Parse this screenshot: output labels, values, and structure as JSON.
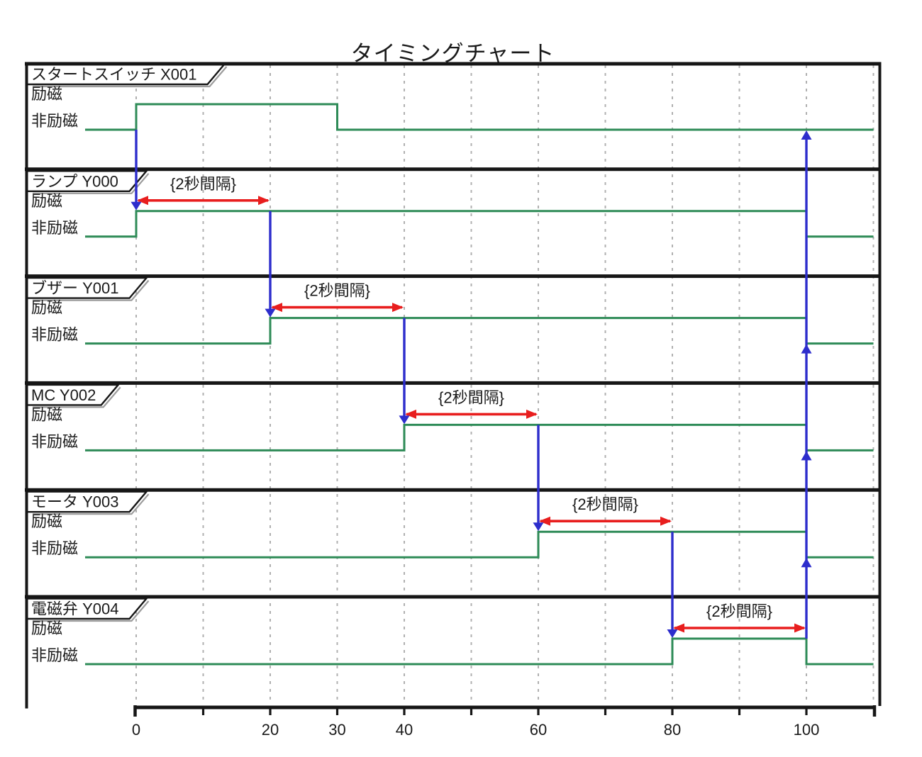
{
  "title": "タイミングチャート",
  "chart_data": {
    "type": "timing",
    "title": "タイミングチャート",
    "x_axis": {
      "ticks": [
        0,
        10,
        20,
        30,
        40,
        50,
        60,
        70,
        80,
        90,
        100,
        110
      ],
      "labeled_ticks": [
        0,
        20,
        30,
        40,
        60,
        80,
        100
      ],
      "range": [
        0,
        110
      ],
      "grid": "dashed-vertical"
    },
    "level_labels": {
      "high": "励磁",
      "low": "非励磁"
    },
    "interval_label": "{2秒間隔}",
    "tracks": [
      {
        "name": "スタートスイッチ X001",
        "rise": 0,
        "fall": 30,
        "interval": null
      },
      {
        "name": "ランプ Y000",
        "rise": 0,
        "fall": 100,
        "interval": [
          0,
          20
        ]
      },
      {
        "name": "ブザー Y001",
        "rise": 20,
        "fall": 100,
        "interval": [
          20,
          40
        ]
      },
      {
        "name": "MC Y002",
        "rise": 40,
        "fall": 100,
        "interval": [
          40,
          60
        ]
      },
      {
        "name": "モータ Y003",
        "rise": 60,
        "fall": 100,
        "interval": [
          60,
          80
        ]
      },
      {
        "name": "電磁弁 Y004",
        "rise": 80,
        "fall": 100,
        "interval": [
          80,
          100
        ]
      }
    ],
    "links": [
      {
        "type": "down",
        "t": 0,
        "from": 0,
        "to": 1
      },
      {
        "type": "down",
        "t": 20,
        "from": 1,
        "to": 2
      },
      {
        "type": "down",
        "t": 40,
        "from": 2,
        "to": 3
      },
      {
        "type": "down",
        "t": 60,
        "from": 3,
        "to": 4
      },
      {
        "type": "down",
        "t": 80,
        "from": 4,
        "to": 5
      },
      {
        "type": "up",
        "t": 100,
        "from": 5,
        "to": 0,
        "arrowheads_at": [
          4,
          3,
          2,
          0
        ]
      }
    ]
  },
  "colors": {
    "signal": "#2e8b57",
    "link": "#2d2dcc",
    "interval": "#e81e1e",
    "grid": "#b0b0b0",
    "frame": "#161616",
    "tab_fill": "#ffffff",
    "tab_shadow": "#9c9c9c",
    "text": "#1a1a1a"
  }
}
